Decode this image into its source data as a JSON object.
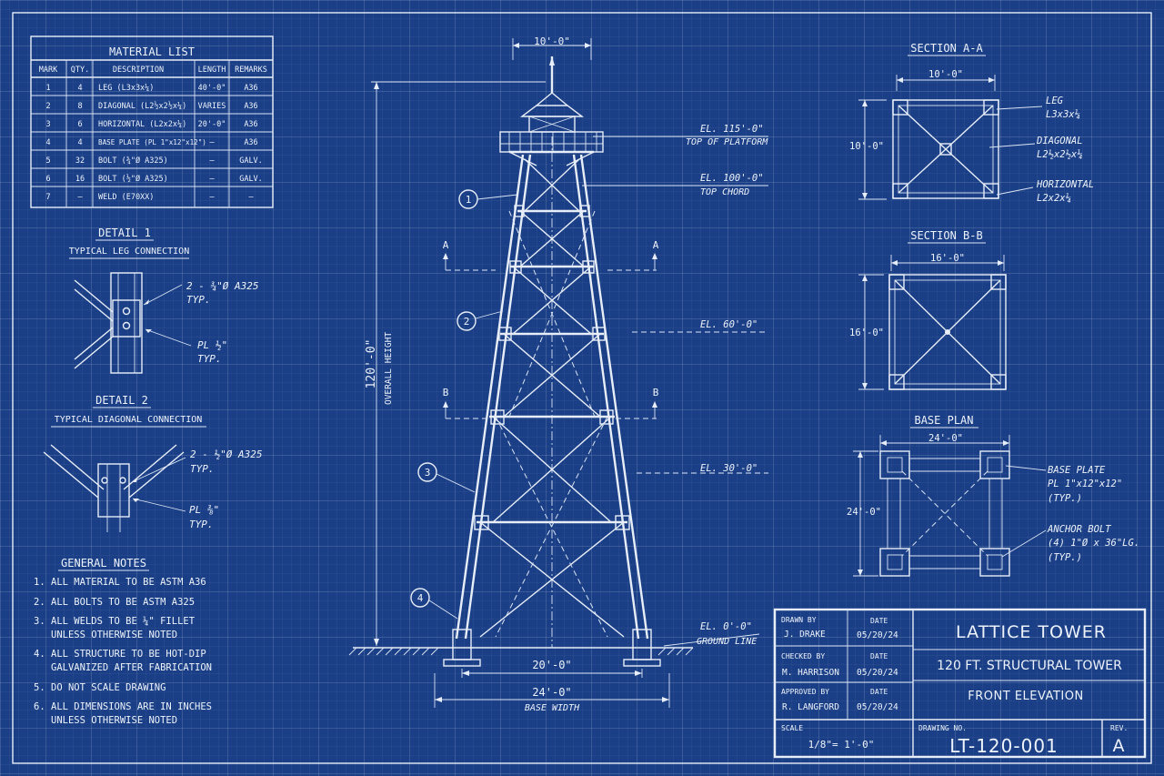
{
  "material_list": {
    "title": "MATERIAL LIST",
    "headers": [
      "MARK",
      "QTY.",
      "DESCRIPTION",
      "LENGTH",
      "REMARKS"
    ],
    "rows": [
      [
        "1",
        "4",
        "LEG (L3x3x¼)",
        "40'-0\"",
        "A36"
      ],
      [
        "2",
        "8",
        "DIAGONAL (L2½x2½x¼)",
        "VARIES",
        "A36"
      ],
      [
        "3",
        "6",
        "HORIZONTAL (L2x2x¼)",
        "20'-0\"",
        "A36"
      ],
      [
        "4",
        "4",
        "BASE PLATE (PL 1\"x12\"x12\")",
        "—",
        "A36"
      ],
      [
        "5",
        "32",
        "BOLT (¾\"Ø A325)",
        "—",
        "GALV."
      ],
      [
        "6",
        "16",
        "BOLT (½\"Ø A325)",
        "—",
        "GALV."
      ],
      [
        "7",
        "—",
        "WELD (E70XX)",
        "—",
        "—"
      ]
    ]
  },
  "detail1": {
    "title": "DETAIL 1",
    "subtitle": "TYPICAL LEG CONNECTION",
    "note1a": "2 - ¾\"Ø A325",
    "note1b": "TYP.",
    "note2a": "PL ½\"",
    "note2b": "TYP."
  },
  "detail2": {
    "title": "DETAIL 2",
    "subtitle": "TYPICAL DIAGONAL CONNECTION",
    "note1a": "2 - ½\"Ø A325",
    "note1b": "TYP.",
    "note2a": "PL ⅜\"",
    "note2b": "TYP."
  },
  "notes": {
    "title": "GENERAL NOTES",
    "items": [
      [
        "1.",
        "ALL MATERIAL TO BE ASTM A36"
      ],
      [
        "2.",
        "ALL BOLTS TO BE ASTM A325"
      ],
      [
        "3.",
        "ALL WELDS TO BE ¼\" FILLET",
        "UNLESS OTHERWISE NOTED"
      ],
      [
        "4.",
        "ALL STRUCTURE TO BE HOT-DIP",
        "GALVANIZED AFTER FABRICATION"
      ],
      [
        "5.",
        "DO NOT SCALE DRAWING"
      ],
      [
        "6.",
        "ALL DIMENSIONS ARE IN INCHES",
        "UNLESS OTHERWISE NOTED"
      ]
    ]
  },
  "elevation": {
    "top_width": "10'-0\"",
    "height_dim": "120'-0\"",
    "height_label": "OVERALL HEIGHT",
    "base_inner": "20'-0\"",
    "base_outer": "24'-0\"",
    "base_label": "BASE WIDTH",
    "el115": "EL. 115'-0\"",
    "el115_sub": "TOP OF PLATFORM",
    "el100": "EL. 100'-0\"",
    "el100_sub": "TOP CHORD",
    "el60": "EL. 60'-0\"",
    "el30": "EL. 30'-0\"",
    "el0": "EL. 0'-0\"",
    "el0_sub": "GROUND LINE",
    "cut_a": "A",
    "cut_b": "B",
    "callouts": [
      "1",
      "2",
      "3",
      "4"
    ]
  },
  "section_a": {
    "title": "SECTION A-A",
    "dim": "10'-0\"",
    "side_dim": "10'-0\"",
    "leg": "LEG",
    "leg_sub": "L3x3x¼",
    "diag": "DIAGONAL",
    "diag_sub": "L2½x2½x¼",
    "horiz": "HORIZONTAL",
    "horiz_sub": "L2x2x¼"
  },
  "section_b": {
    "title": "SECTION B-B",
    "dim": "16'-0\"",
    "side_dim": "16'-0\""
  },
  "base_plan": {
    "title": "BASE PLAN",
    "dim": "24'-0\"",
    "side_dim": "24'-0\"",
    "plate": "BASE PLATE",
    "plate_sub1": "PL 1\"x12\"x12\"",
    "plate_sub2": "(TYP.)",
    "anchor": "ANCHOR BOLT",
    "anchor_sub1": "(4) 1\"Ø x 36\"LG.",
    "anchor_sub2": "(TYP.)"
  },
  "title_block": {
    "drawn_label": "DRAWN BY",
    "drawn": "J. DRAKE",
    "checked_label": "CHECKED BY",
    "checked": "M. HARRISON",
    "approved_label": "APPROVED BY",
    "approved": "R. LANGFORD",
    "date_label": "DATE",
    "date1": "05/20/24",
    "date2": "05/20/24",
    "date3": "05/20/24",
    "title": "LATTICE TOWER",
    "subtitle": "120 FT. STRUCTURAL TOWER",
    "view": "FRONT ELEVATION",
    "scale_label": "SCALE",
    "scale": "1/8\"= 1'-0\"",
    "dwg_label": "DRAWING NO.",
    "dwg": "LT-120-001",
    "rev_label": "REV.",
    "rev": "A"
  }
}
